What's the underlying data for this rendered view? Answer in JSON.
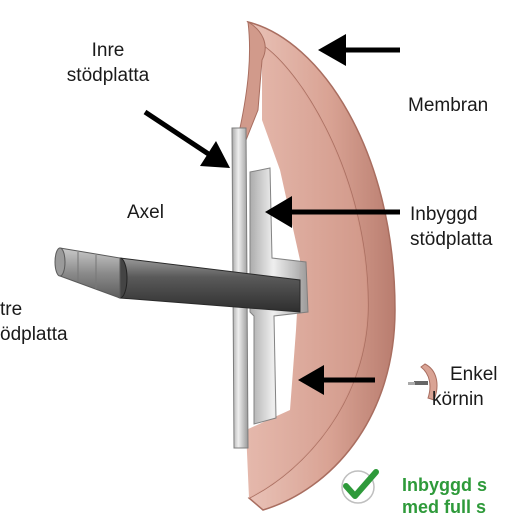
{
  "labels": {
    "inre_stodplatta_line1": "Inre",
    "inre_stodplatta_line2": "stödplatta",
    "membran": "Membran",
    "axel": "Axel",
    "inbyggd_line1": "Inbyggd",
    "inbyggd_line2": "stödplatta",
    "yttre_line1": "tre",
    "yttre_line2": "ödplatta",
    "enkel_line1": "Enkel",
    "enkel_line2": "körnin"
  },
  "callout": {
    "line1": "Inbyggd s",
    "line2": "med full s"
  },
  "colors": {
    "membrane": "#d9a394",
    "membrane_dark": "#b97d6f",
    "metal": "#c8c8c8",
    "shaft": "#666666",
    "arrow": "#000000",
    "check": "#2e9a3a",
    "callout_text": "#2e9a3a"
  },
  "icons": {
    "checkmark": "check-circle-icon",
    "small_diffuser": "disc-diffuser-icon"
  }
}
